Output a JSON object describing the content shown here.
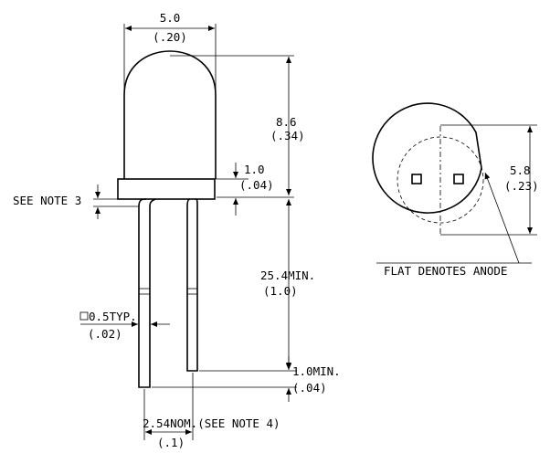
{
  "dimensions": {
    "width_mm": "5.0",
    "width_in": "(.20)",
    "height_mm": "8.6",
    "height_in": "(.34)",
    "flange_mm": "1.0",
    "flange_in": "(.04)",
    "lead_length_mm": "25.4MIN.",
    "lead_length_in": "(1.0)",
    "lead_square_mm": "0.5TYP.",
    "lead_square_in": "(.02)",
    "lead_offset_mm": "1.0MIN.",
    "lead_offset_in": "(.04)",
    "pitch_mm": "2.54NOM.(SEE NOTE 4)",
    "pitch_in": "(.1)",
    "diameter_mm": "5.8",
    "diameter_in": "(.23)"
  },
  "notes": {
    "see_note_3": "SEE NOTE 3",
    "flat_anode": "FLAT DENOTES ANODE"
  }
}
